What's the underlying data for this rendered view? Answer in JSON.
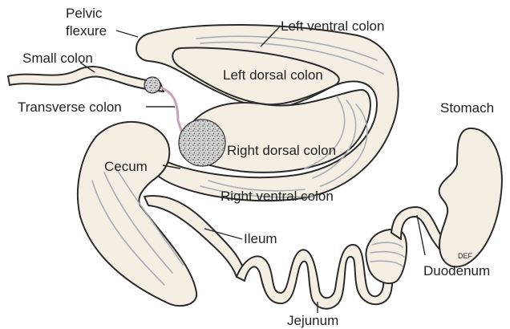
{
  "labels": {
    "pelvic_flexure_1": "Pelvic",
    "pelvic_flexure_2": "flexure",
    "left_ventral_colon": "Left ventral colon",
    "small_colon": "Small colon",
    "left_dorsal_colon": "Left dorsal colon",
    "transverse_colon": "Transverse colon",
    "right_dorsal_colon": "Right dorsal colon",
    "stomach": "Stomach",
    "cecum": "Cecum",
    "right_ventral_colon": "Right ventral colon",
    "ileum": "Ileum",
    "def": "DEF",
    "duodenum": "Duodenum",
    "jejunum": "Jejunum"
  },
  "colors": {
    "organ_fill": "#f5efe3",
    "outline": "#2b2b2b",
    "fold_lines": "#a8acb0",
    "transverse_colon": "#c8a0b8",
    "fecal_ball": "#9a9a9a"
  }
}
